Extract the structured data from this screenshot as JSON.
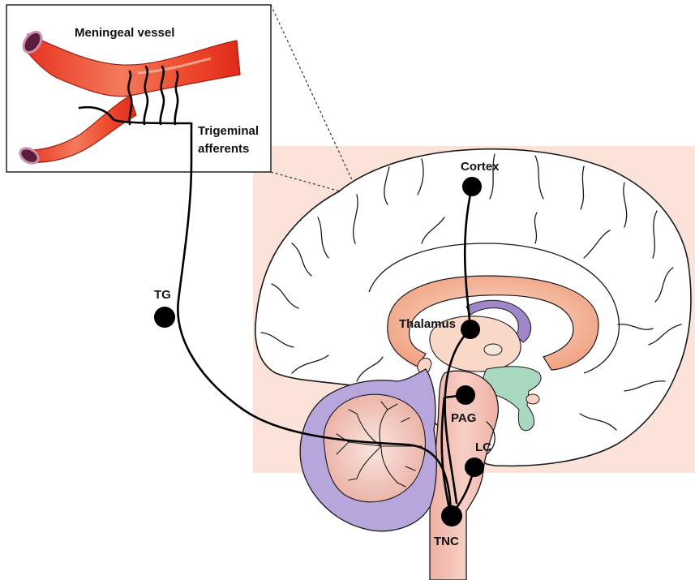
{
  "inset": {
    "title": "Meningeal vessel",
    "afferents_label_line1": "Trigeminal",
    "afferents_label_line2": "afferents"
  },
  "nodes": {
    "cortex": "Cortex",
    "thalamus": "Thalamus",
    "pag": "PAG",
    "lc": "LC",
    "tnc": "TNC",
    "tg": "TG"
  },
  "colors": {
    "background_panel": "#fbe3da",
    "vessel": "#e8321e",
    "vessel_highlight": "#f9a08a",
    "thalamus_fill": "#f6b79a",
    "cerebellum_outer": "#b7a6dc",
    "brainstem": "#f2b5a8",
    "ventricle_green": "#a9d8c1",
    "nerve": "#000000"
  }
}
